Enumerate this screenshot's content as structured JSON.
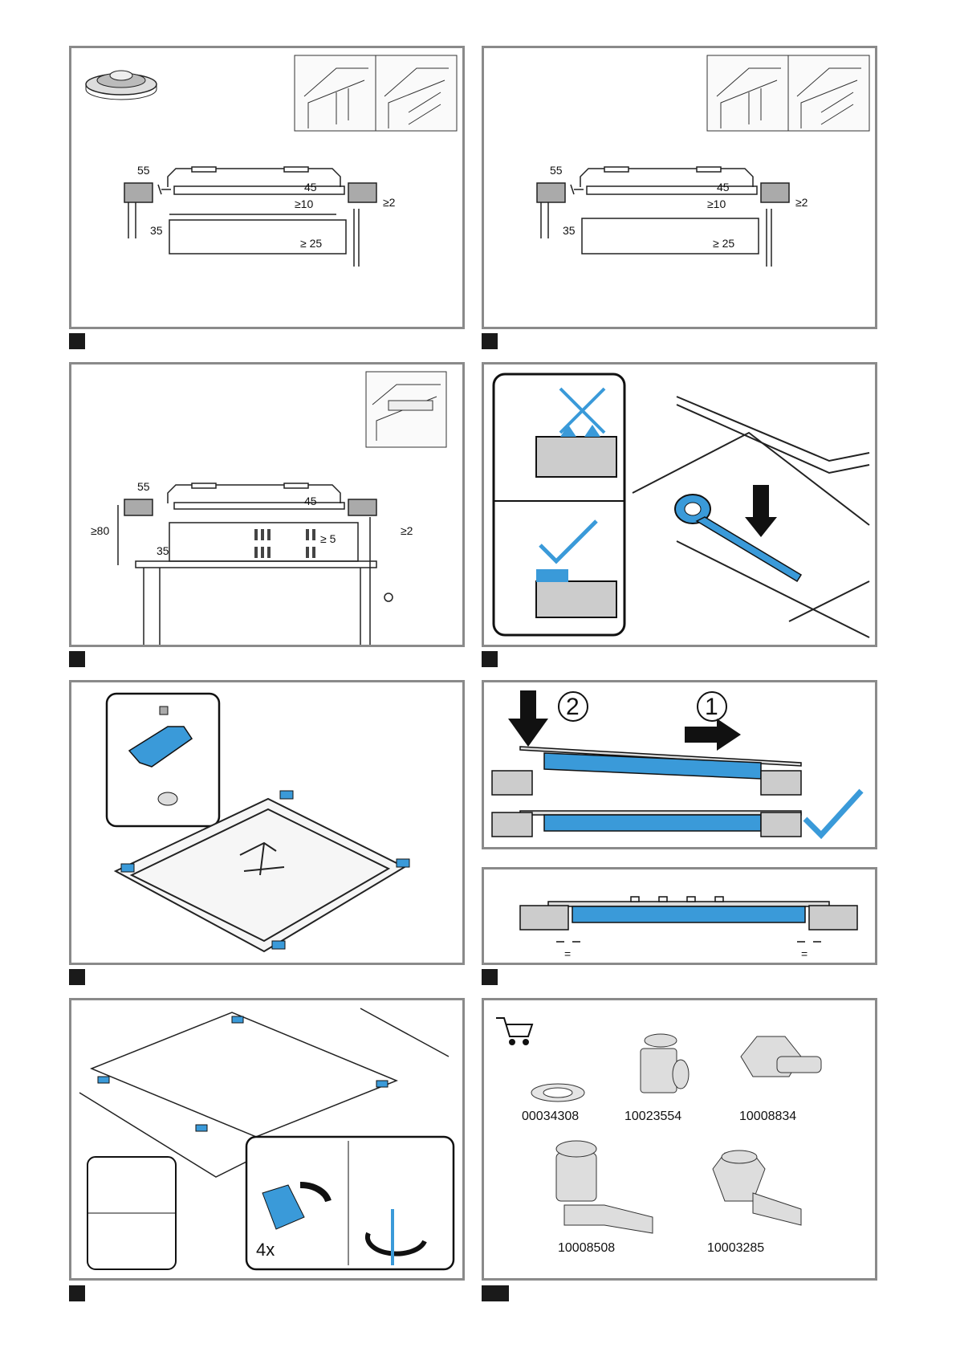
{
  "panel1": {
    "dims": {
      "d55": "55",
      "d45": "45",
      "d10": "≥10",
      "d2": "≥2",
      "d35": "35",
      "d25": "≥ 25"
    }
  },
  "panel2": {
    "dims": {
      "d55": "55",
      "d45": "45",
      "d10": "≥10",
      "d2": "≥2",
      "d35": "35",
      "d25": "≥ 25"
    }
  },
  "panel3": {
    "dims": {
      "d55": "55",
      "d45": "45",
      "d80": "≥80",
      "d5": "≥ 5",
      "d2": "≥2",
      "d35": "35"
    }
  },
  "panel6": {
    "steps": {
      "one": "1",
      "two": "2"
    }
  },
  "panel9": {
    "count": "4x"
  },
  "panel10": {
    "parts": [
      {
        "number": "00034308",
        "icon": "gasket-ring-icon"
      },
      {
        "number": "10023554",
        "icon": "elbow-connector-icon"
      },
      {
        "number": "10008834",
        "icon": "straight-hose-nozzle-icon"
      },
      {
        "number": "10008508",
        "icon": "elbow-hose-nozzle-icon"
      },
      {
        "number": "10003285",
        "icon": "nut-elbow-nozzle-icon"
      }
    ],
    "cart_icon": "shopping-cart-icon"
  },
  "colors": {
    "accent": "#3a9ad9",
    "frame": "#8a8a8a"
  }
}
